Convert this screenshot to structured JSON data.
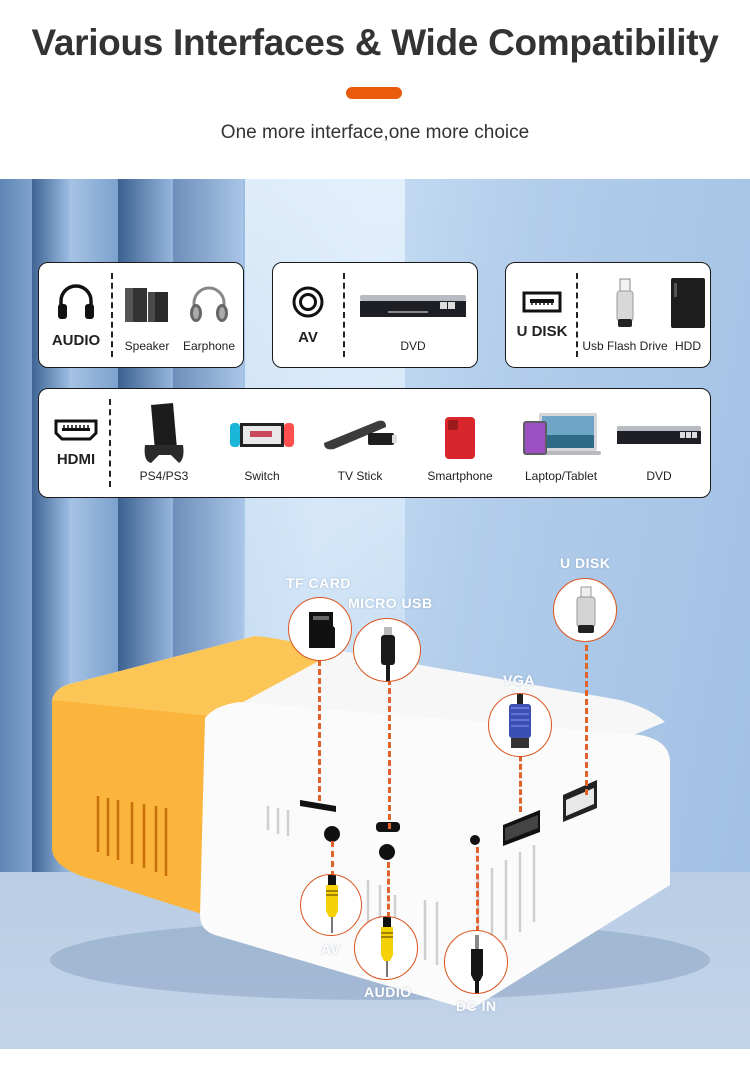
{
  "header": {
    "title": "Various Interfaces & Wide Compatibility",
    "subtitle": "One more interface,one more choice",
    "accent_color": "#ea5a0c"
  },
  "cards": {
    "audio": {
      "label": "AUDIO",
      "icon": "headphones-icon",
      "items": [
        {
          "label": "Speaker",
          "icon": "speaker-icon"
        },
        {
          "label": "Earphone",
          "icon": "earphone-icon"
        }
      ]
    },
    "av": {
      "label": "AV",
      "icon": "rca-port-icon",
      "items": [
        {
          "label": "DVD",
          "icon": "dvd-player-icon"
        }
      ]
    },
    "udisk": {
      "label": "U DISK",
      "icon": "usb-port-icon",
      "items": [
        {
          "label": "Usb Flash Drive",
          "icon": "usb-flash-drive-icon"
        },
        {
          "label": "HDD",
          "icon": "hdd-icon"
        }
      ]
    },
    "hdmi": {
      "label": "HDMI",
      "icon": "hdmi-port-icon",
      "items": [
        {
          "label": "PS4/PS3",
          "icon": "game-console-icon"
        },
        {
          "label": "Switch",
          "icon": "switch-console-icon"
        },
        {
          "label": "TV Stick",
          "icon": "tv-stick-icon"
        },
        {
          "label": "Smartphone",
          "icon": "smartphone-icon"
        },
        {
          "label": "Laptop/Tablet",
          "icon": "laptop-tablet-icon"
        },
        {
          "label": "DVD",
          "icon": "dvd-player-icon"
        }
      ]
    }
  },
  "callouts": {
    "tf_card": "TF CARD",
    "micro_usb": "MICRO USB",
    "u_disk": "U DISK",
    "vga": "VGA",
    "av": "AV",
    "audio": "AUDIO",
    "dc_in": "DC IN",
    "line_color": "#e0632c"
  },
  "product": {
    "body_color": "#ffffff",
    "accent_color": "#fbb53c"
  }
}
